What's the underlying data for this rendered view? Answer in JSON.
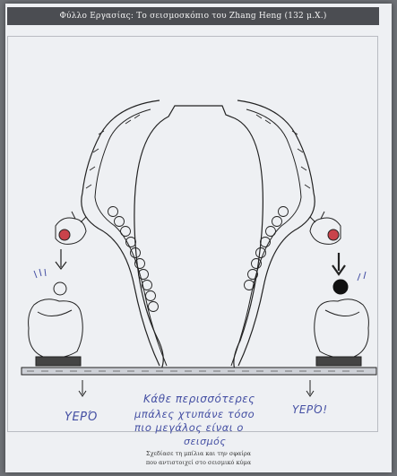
{
  "worksheet": {
    "title": "Φύλλο Εργασίας: Το σεισμοσκόπιο του Zhang Heng (132 μ.Χ.)",
    "caption_line1": "Σχεδίασε τη μπίλια και την σφαίρα",
    "caption_line2": "που αντιστοιχεί στο σεισμικό κύμα"
  },
  "handwriting": {
    "left_label": "ΥΕΡΌ",
    "right_label": "ΥΕΡΌ!",
    "note_line1": "Κάθε περισσότερες",
    "note_line2": "μπάλες χτυπάνε τόσο",
    "note_line3": "πιο μεγάλος είναι ο",
    "note_line4": "σεισμός"
  },
  "colors": {
    "paper": "#eef0f3",
    "ink": "#222222",
    "pen": "#444fa3",
    "header": "#4b4d52"
  }
}
